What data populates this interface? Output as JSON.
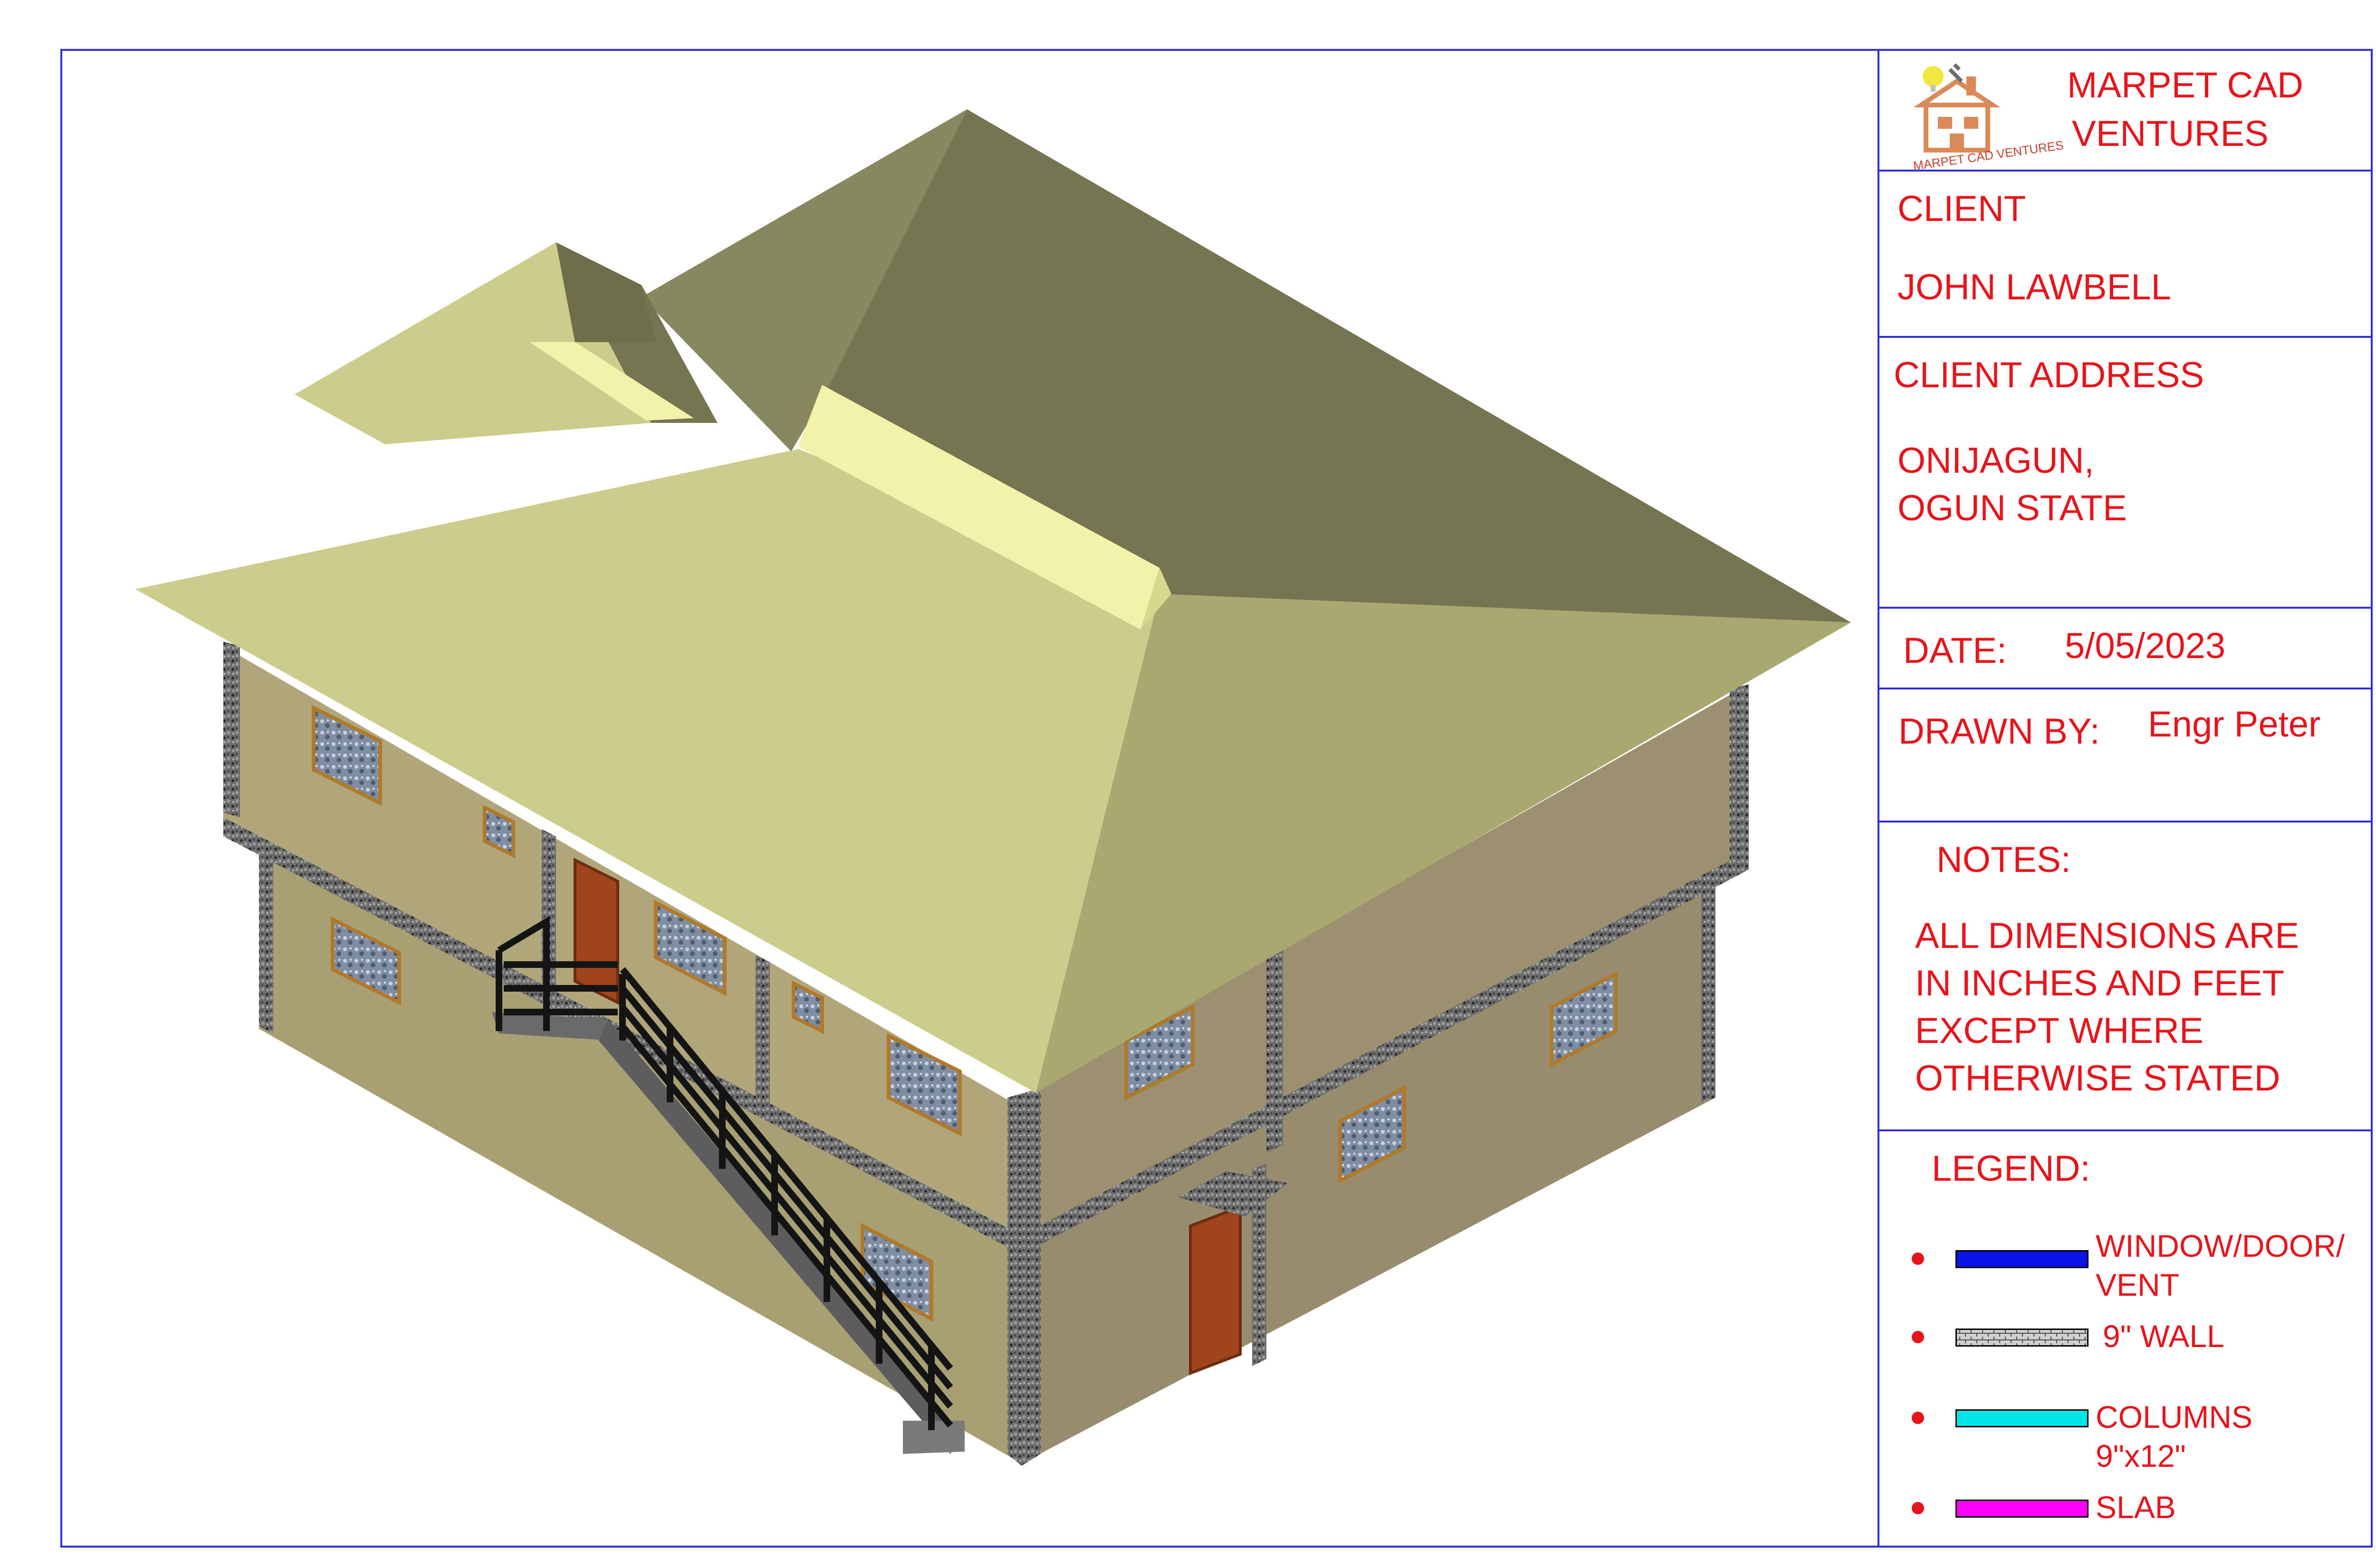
{
  "company": {
    "line1": "MARPET CAD",
    "line2": "VENTURES",
    "logo_text": "MARPET CAD VENTURES"
  },
  "client": {
    "label": "CLIENT",
    "name": "JOHN LAWBELL"
  },
  "client_address": {
    "label": "CLIENT ADDRESS",
    "line1": "ONIJAGUN,",
    "line2": "OGUN STATE"
  },
  "date": {
    "label": "DATE:",
    "value": "5/05/2023"
  },
  "drawn_by": {
    "label": "DRAWN BY:",
    "value": "Engr Peter"
  },
  "notes": {
    "label": "NOTES:",
    "lines": [
      "ALL DIMENSIONS ARE",
      "IN INCHES AND FEET",
      "EXCEPT WHERE",
      "OTHERWISE STATED"
    ]
  },
  "legend": {
    "label": "LEGEND:",
    "items": [
      {
        "lines": [
          "WINDOW/DOOR/",
          "VENT"
        ],
        "color": "#0a14e6",
        "pattern": "solid"
      },
      {
        "lines": [
          "9\" WALL"
        ],
        "color": "#5a5a5a",
        "pattern": "brick"
      },
      {
        "lines": [
          "COLUMNS",
          "9\"x12\""
        ],
        "color": "#00e6e6",
        "pattern": "solid"
      },
      {
        "lines": [
          "SLAB"
        ],
        "color": "#ff00ff",
        "pattern": "solid"
      }
    ]
  },
  "colors": {
    "border": "#2e2edc",
    "text": "#e8141c",
    "roof_light": "#cccc8c",
    "roof_dark": "#757552",
    "wall_left": "#a89f72",
    "wall_right": "#988c6e",
    "door": "#a0441e"
  }
}
